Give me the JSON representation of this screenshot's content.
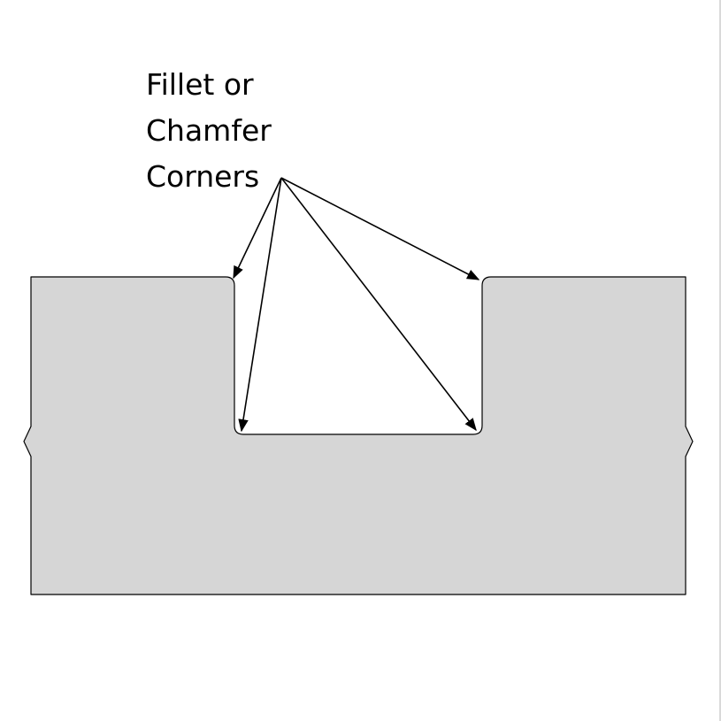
{
  "diagram": {
    "label_lines": [
      "Fillet or",
      "Chamfer",
      "Corners"
    ],
    "fill_color": "#d6d6d6",
    "stroke_color": "#000000"
  }
}
